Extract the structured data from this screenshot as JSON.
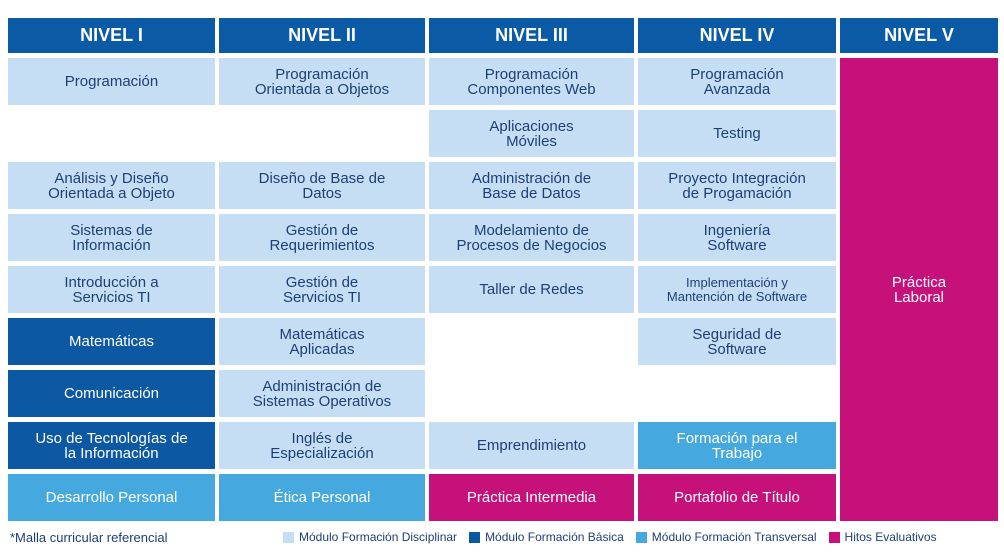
{
  "headers": [
    "NIVEL I",
    "NIVEL II",
    "NIVEL III",
    "NIVEL IV",
    "NIVEL V"
  ],
  "col1": [
    "Programación",
    "Análisis y Diseño\nOrientada a Objeto",
    "Sistemas de\nInformación",
    "Introducción a\nServicios TI",
    "Matemáticas",
    "Comunicación",
    "Uso de Tecnologías de\nla Información",
    "Desarrollo Personal"
  ],
  "col2": [
    "Programación\nOrientada a Objetos",
    "Diseño de Base de\nDatos",
    "Gestión de\nRequerimientos",
    "Gestión de\nServicios TI",
    "Matemáticas\nAplicadas",
    "Administración de\nSistemas Operativos",
    "Inglés de\nEspecialización",
    "Ética Personal"
  ],
  "col3": [
    "Programación\nComponentes Web",
    "Aplicaciones\nMóviles",
    "Administración de\nBase de Datos",
    "Modelamiento de\nProcesos de Negocios",
    "Taller de Redes",
    "Emprendimiento",
    "Práctica Intermedia"
  ],
  "col4": [
    "Programación\nAvanzada",
    "Testing",
    "Proyecto Integración\nde Progamación",
    "Ingeniería\nSoftware",
    "Implementación y\nMantención de Software",
    "Seguridad de\nSoftware",
    "Formación para el\nTrabajo",
    "Portafolio de Título"
  ],
  "col5": [
    "Práctica\nLaboral"
  ],
  "footer": "*Malla curricular referencial",
  "legend": [
    {
      "label": "Módulo Formación Disciplinar",
      "color": "#c6def4"
    },
    {
      "label": "Módulo Formación Básica",
      "color": "#0d58a2"
    },
    {
      "label": "Módulo Formación Transversal",
      "color": "#45a9df"
    },
    {
      "label": "Hitos Evaluativos",
      "color": "#c6117b"
    }
  ]
}
